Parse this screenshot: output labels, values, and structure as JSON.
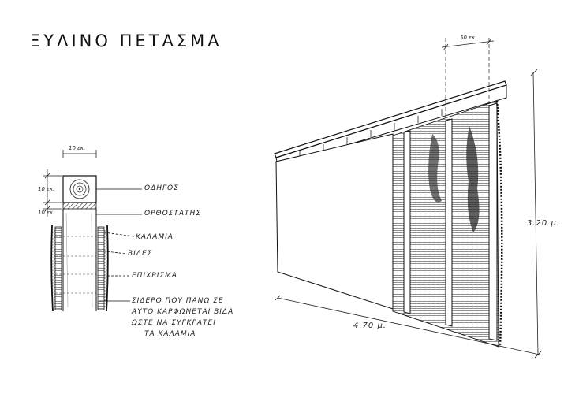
{
  "title": "ΞΥΛΙΝΟ ΠΕΤΑΣΜΑ",
  "section": {
    "dim_width_top": "10 εκ.",
    "dim_height_1": "10 εκ.",
    "dim_height_2": "10 εκ.",
    "labels": {
      "odigos": "ΟΔΗΓΟΣ",
      "orthostatis": "ΟΡΘΟΣΤΑΤΗΣ",
      "kalamia": "ΚΑΛΑΜΙΑ",
      "vides": "ΒΙΔΕΣ",
      "epichrisma": "ΕΠΙΧΡΙΣΜΑ"
    },
    "note_lines": [
      "ΣΙΔΕΡΟ ΠΟΥ ΠΑΝΩ ΣΕ",
      "ΑΥΤΟ ΚΑΡΦΩΝΕΤΑΙ ΒΙΔΑ",
      "ΩΣΤΕ ΝΑ ΣΥΓΚΡΑΤΕΙ",
      "ΤΑ ΚΑΛΑΜΙΑ"
    ]
  },
  "elevation": {
    "dim_top": "50 εκ.",
    "dim_length": "4.70 μ.",
    "dim_height": "3.20 μ."
  }
}
